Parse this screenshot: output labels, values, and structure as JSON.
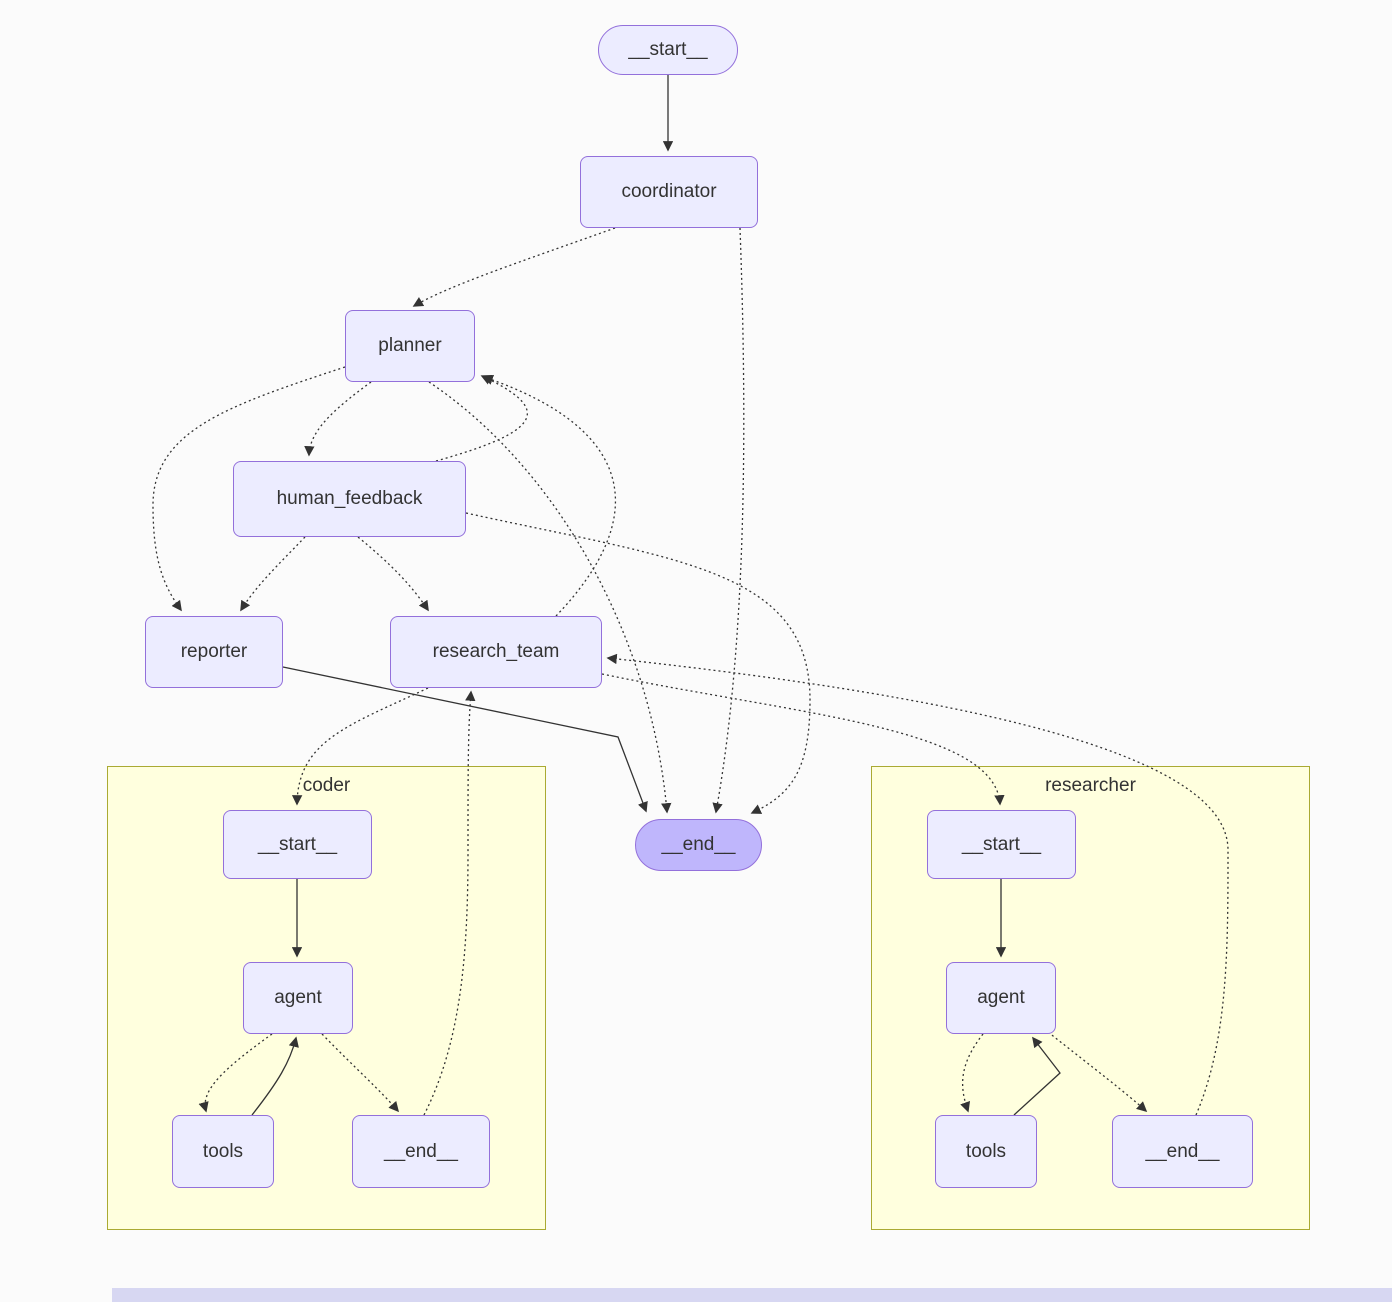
{
  "diagram": {
    "type": "flowchart",
    "nodes": {
      "start_main": {
        "label": "__start__"
      },
      "coordinator": {
        "label": "coordinator"
      },
      "planner": {
        "label": "planner"
      },
      "human_feedback": {
        "label": "human_feedback"
      },
      "reporter": {
        "label": "reporter"
      },
      "research_team": {
        "label": "research_team"
      },
      "end_main": {
        "label": "__end__"
      }
    },
    "clusters": {
      "coder": {
        "label": "coder",
        "nodes": {
          "start": {
            "label": "__start__"
          },
          "agent": {
            "label": "agent"
          },
          "tools": {
            "label": "tools"
          },
          "end": {
            "label": "__end__"
          }
        }
      },
      "researcher": {
        "label": "researcher",
        "nodes": {
          "start": {
            "label": "__start__"
          },
          "agent": {
            "label": "agent"
          },
          "tools": {
            "label": "tools"
          },
          "end": {
            "label": "__end__"
          }
        }
      }
    },
    "edges": [
      {
        "from": "__start__",
        "to": "coordinator",
        "style": "solid"
      },
      {
        "from": "coordinator",
        "to": "planner",
        "style": "dotted"
      },
      {
        "from": "coordinator",
        "to": "__end__",
        "style": "dotted"
      },
      {
        "from": "planner",
        "to": "human_feedback",
        "style": "dotted"
      },
      {
        "from": "human_feedback",
        "to": "planner",
        "style": "dotted"
      },
      {
        "from": "planner",
        "to": "reporter",
        "style": "dotted"
      },
      {
        "from": "planner",
        "to": "__end__",
        "style": "dotted"
      },
      {
        "from": "human_feedback",
        "to": "reporter",
        "style": "dotted"
      },
      {
        "from": "human_feedback",
        "to": "research_team",
        "style": "dotted"
      },
      {
        "from": "human_feedback",
        "to": "__end__",
        "style": "dotted"
      },
      {
        "from": "research_team",
        "to": "planner",
        "style": "dotted"
      },
      {
        "from": "research_team",
        "to": "coder.__start__",
        "style": "dotted"
      },
      {
        "from": "research_team",
        "to": "researcher.__start__",
        "style": "dotted"
      },
      {
        "from": "coder.__end__",
        "to": "research_team",
        "style": "dotted"
      },
      {
        "from": "researcher.__end__",
        "to": "research_team",
        "style": "dotted"
      },
      {
        "from": "reporter",
        "to": "__end__",
        "style": "solid"
      },
      {
        "from": "coder.__start__",
        "to": "coder.agent",
        "style": "solid"
      },
      {
        "from": "coder.agent",
        "to": "coder.tools",
        "style": "dotted"
      },
      {
        "from": "coder.tools",
        "to": "coder.agent",
        "style": "solid"
      },
      {
        "from": "coder.agent",
        "to": "coder.__end__",
        "style": "dotted"
      },
      {
        "from": "researcher.__start__",
        "to": "researcher.agent",
        "style": "solid"
      },
      {
        "from": "researcher.agent",
        "to": "researcher.tools",
        "style": "dotted"
      },
      {
        "from": "researcher.tools",
        "to": "researcher.agent",
        "style": "solid"
      },
      {
        "from": "researcher.agent",
        "to": "researcher.__end__",
        "style": "dotted"
      }
    ],
    "colors": {
      "node_fill": "#ececff",
      "node_border": "#9370db",
      "end_fill": "#bfb6fc",
      "cluster_fill": "#ffffde",
      "cluster_border": "#aaaa33",
      "edge": "#333333"
    }
  }
}
